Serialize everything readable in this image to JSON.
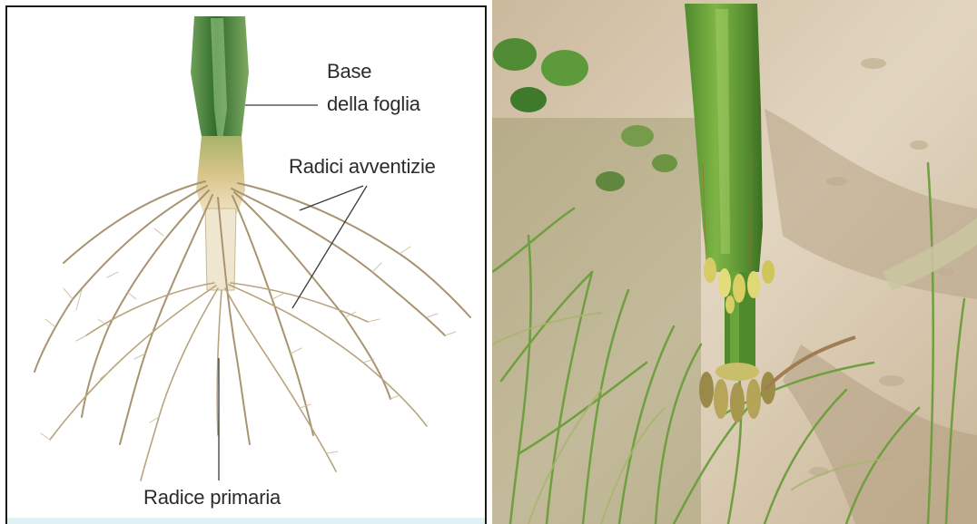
{
  "diagram": {
    "labels": {
      "base_line1": "Base",
      "base_line2": "della foglia",
      "adventitious_roots": "Radici avventizie",
      "primary_root": "Radice primaria"
    }
  },
  "colors": {
    "stem_green": "#3f7a2e",
    "root_tan": "#b9a27a",
    "soil": "#d6c7b1",
    "caption_band": "#dff1f5"
  }
}
